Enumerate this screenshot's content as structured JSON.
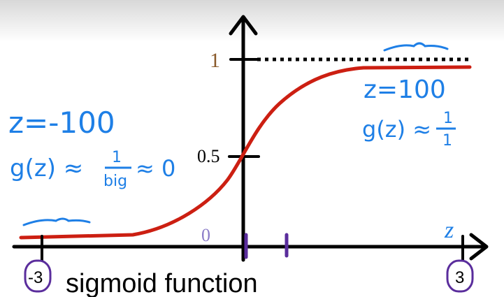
{
  "colors": {
    "axis": "#000000",
    "curve": "#cc1f12",
    "annotation_blue": "#1e7fe6",
    "tick_purple": "#5a2d9c",
    "label_one_brown": "#8a5a2b",
    "zero_label_purple": "#8b7cc8",
    "circle_purple": "#5a2d9c"
  },
  "diagram": {
    "y_label_one": "1",
    "y_label_half": "0.5",
    "y_label_zero": "0",
    "x_axis_label": "z",
    "left_annotation_z": "z=-100",
    "left_annotation_g": "g(z) ≈",
    "left_annotation_frac_num": "1",
    "left_annotation_frac_den": "big",
    "left_annotation_tail": "≈ 0",
    "right_annotation_z": "z=100",
    "right_annotation_g": "g(z) ≈",
    "right_annotation_frac_num": "1",
    "right_annotation_frac_den": "1",
    "circled_left": "-3",
    "circled_right": "3",
    "caption": "sigmoid function"
  }
}
